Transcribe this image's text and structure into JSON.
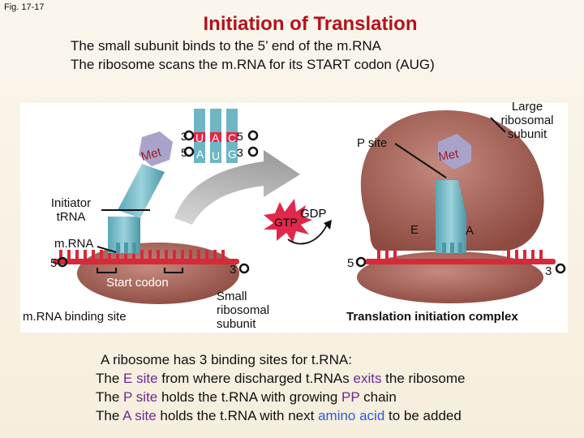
{
  "fig_label": "Fig. 17-17",
  "title": "Initiation of Translation",
  "intro": [
    "The small subunit binds to the 5’ end of the m.RNA",
    "The ribosome scans the m.RNA for its START codon (AUG)"
  ],
  "diagram": {
    "anticodon_top_left": "3",
    "anticodon_top_right": "5",
    "anticodon_letters": [
      "U",
      "A",
      "C"
    ],
    "codon_bottom_left": "5",
    "codon_bottom_right": "3",
    "codon_letters": [
      "A",
      "U",
      "G"
    ],
    "met_left": "Met",
    "met_right": "Met",
    "initiator_trna": "Initiator\ntRNA",
    "gtp": "GTP",
    "gdp": "GDP",
    "mrna": "m.RNA",
    "mrna_5_left": "5",
    "mrna_3_left": "3",
    "start_codon": "Start codon",
    "mrna_binding_site": "m.RNA binding site",
    "small_subunit": "Small\nribosomal\nsubunit",
    "p_site": "P site",
    "large_subunit": "Large\nribosomal\nsubunit",
    "site_e": "E",
    "site_a": "A",
    "mrna_5_right": "5",
    "mrna_3_right": "3",
    "complex": "Translation initiation complex"
  },
  "bottom": {
    "line1": "A ribosome has 3 binding sites for t.RNA:",
    "l2_a": "The ",
    "l2_e": "E site",
    "l2_b": " from where discharged t.RNAs ",
    "l2_exits": "exits",
    "l2_c": " the ribosome",
    "l3_a": "The ",
    "l3_p": "P site",
    "l3_b": " holds the t.RNA with growing ",
    "l3_pp": "PP",
    "l3_c": " chain",
    "l4_a": "The ",
    "l4_asite": "A site",
    "l4_b": " holds the t.RNA with next ",
    "l4_aa": "amino acid",
    "l4_c": " to be added"
  },
  "colors": {
    "title": "#b5121b",
    "ribosome": "#a86257",
    "trna": "#6fb6c4",
    "anticodon_red": "#e0284b",
    "mrna": "#d62a3a",
    "met": "#a9a3cc",
    "site_highlight": "#6b2a8f",
    "amino_highlight": "#2a5bd7"
  }
}
